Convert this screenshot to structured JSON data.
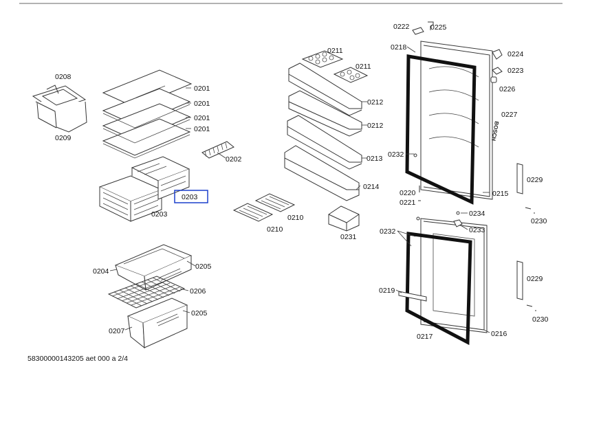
{
  "document_code": "58300000143205 aet 000 a 2/4",
  "brand_mark": "BOSCH",
  "highlight_color": "#1a3fcc",
  "highlighted_label": "0203",
  "labels": [
    {
      "id": "0208",
      "text": "0208"
    },
    {
      "id": "0209",
      "text": "0209"
    },
    {
      "id": "0201a",
      "text": "0201"
    },
    {
      "id": "0201b",
      "text": "0201"
    },
    {
      "id": "0201c",
      "text": "0201"
    },
    {
      "id": "0201d",
      "text": "0201"
    },
    {
      "id": "0202",
      "text": "0202"
    },
    {
      "id": "0203a",
      "text": "0203"
    },
    {
      "id": "0203b",
      "text": "0203"
    },
    {
      "id": "0204",
      "text": "0204"
    },
    {
      "id": "0205a",
      "text": "0205"
    },
    {
      "id": "0206",
      "text": "0206"
    },
    {
      "id": "0205b",
      "text": "0205"
    },
    {
      "id": "0207",
      "text": "0207"
    },
    {
      "id": "0211a",
      "text": "0211"
    },
    {
      "id": "0211b",
      "text": "0211"
    },
    {
      "id": "0212a",
      "text": "0212"
    },
    {
      "id": "0212b",
      "text": "0212"
    },
    {
      "id": "0213",
      "text": "0213"
    },
    {
      "id": "0214",
      "text": "0214"
    },
    {
      "id": "0210a",
      "text": "0210"
    },
    {
      "id": "0210b",
      "text": "0210"
    },
    {
      "id": "0231",
      "text": "0231"
    },
    {
      "id": "0222",
      "text": "0222"
    },
    {
      "id": "0225",
      "text": "0225"
    },
    {
      "id": "0218",
      "text": "0218"
    },
    {
      "id": "0224",
      "text": "0224"
    },
    {
      "id": "0223",
      "text": "0223"
    },
    {
      "id": "0226",
      "text": "0226"
    },
    {
      "id": "0227",
      "text": "0227"
    },
    {
      "id": "0232a",
      "text": "0232"
    },
    {
      "id": "0220",
      "text": "0220"
    },
    {
      "id": "0221",
      "text": "0221"
    },
    {
      "id": "0215",
      "text": "0215"
    },
    {
      "id": "0229a",
      "text": "0229"
    },
    {
      "id": "0230a",
      "text": "0230"
    },
    {
      "id": "0234",
      "text": "0234"
    },
    {
      "id": "0233",
      "text": "0233"
    },
    {
      "id": "0232b",
      "text": "0232"
    },
    {
      "id": "0219",
      "text": "0219"
    },
    {
      "id": "0229b",
      "text": "0229"
    },
    {
      "id": "0230b",
      "text": "0230"
    },
    {
      "id": "0217",
      "text": "0217"
    },
    {
      "id": "0216",
      "text": "0216"
    }
  ]
}
